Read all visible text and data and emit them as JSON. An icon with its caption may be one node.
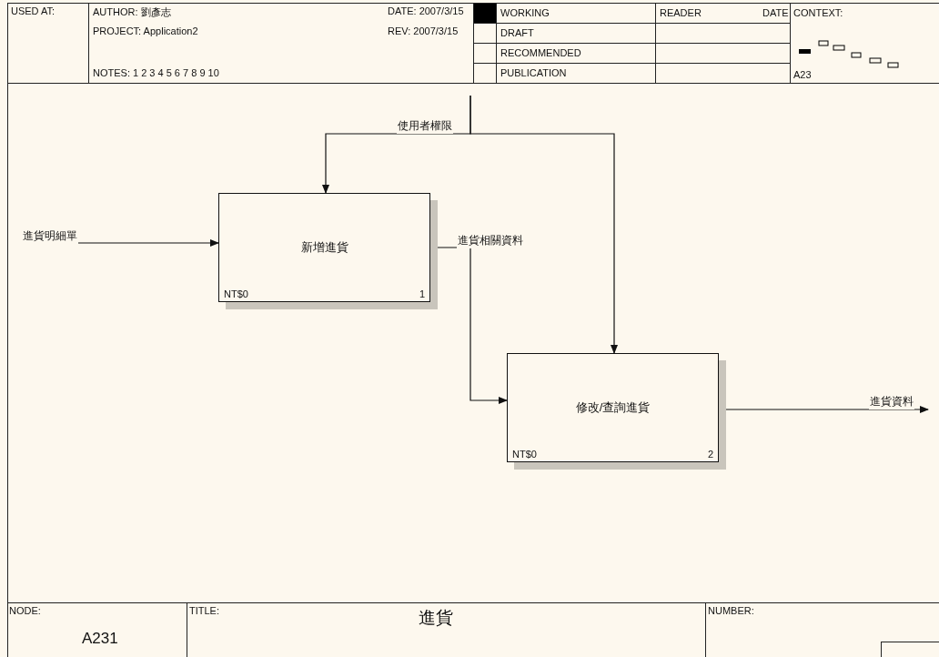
{
  "diagram": {
    "title": "進貨",
    "nodes": [
      {
        "text": [
          "新增進貨",
          "NT$0",
          "1"
        ]
      },
      {
        "text": [
          "修改/查詢進貨",
          "NT$0",
          "2"
        ]
      }
    ],
    "edges": [
      {
        "from": null,
        "to": 0,
        "arrow": "to",
        "label": "進貨明細單"
      },
      {
        "from": null,
        "to": 0,
        "arrow": "to",
        "label": "使用者權限"
      },
      {
        "from": null,
        "to": 1,
        "arrow": "to"
      },
      {
        "from": 0,
        "to": 1,
        "arrow": "to",
        "label": "進貨相關資料"
      },
      {
        "from": 1,
        "to": null,
        "arrow": "to",
        "label": "進貨資料"
      }
    ],
    "labels": [
      "USED AT:",
      "AUTHOR: 劉彥志",
      "DATE: 2007/3/15",
      "PROJECT: Application2",
      "REV: 2007/3/15",
      "NOTES: 1 2 3 4 5 6 7 8 9 10",
      "WORKING",
      "READER",
      "DATE",
      "CONTEXT:",
      "DRAFT",
      "RECOMMENDED",
      "PUBLICATION",
      "A23",
      "NODE:",
      "A231",
      "TITLE:",
      "NUMBER:"
    ]
  }
}
